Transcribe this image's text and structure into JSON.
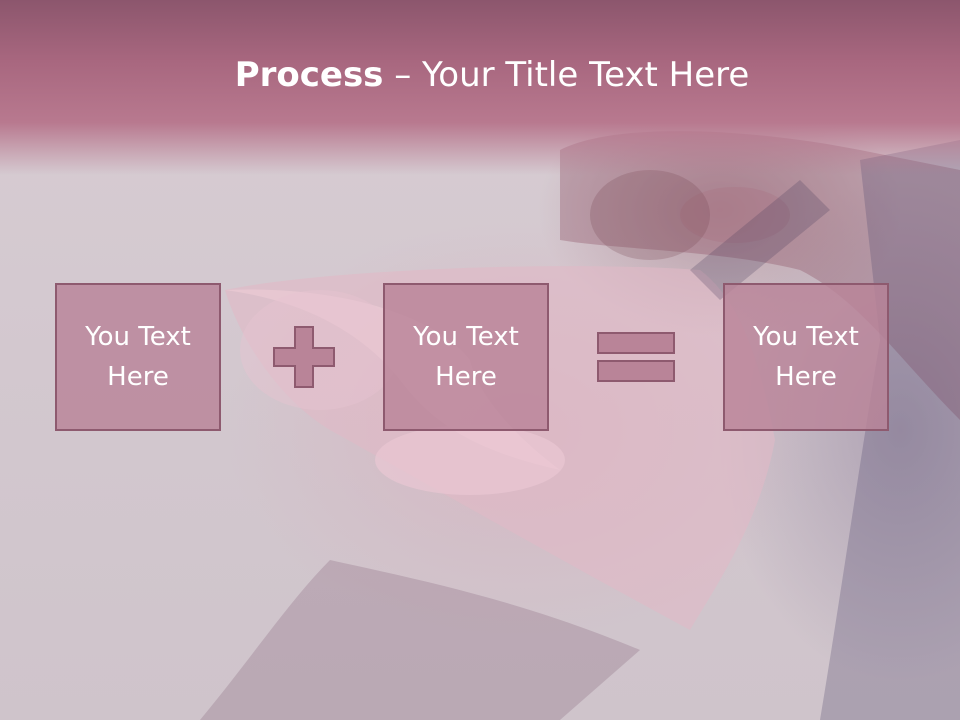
{
  "slide": {
    "title_bold": "Process",
    "title_rest": " – Your Title Text Here",
    "boxes": [
      {
        "label": "You Text\nHere"
      },
      {
        "label": "You Text\nHere"
      },
      {
        "label": "You Text\nHere"
      }
    ],
    "operators": [
      "plus-icon",
      "equals-icon"
    ],
    "colors": {
      "header": "#a8677f",
      "box_fill": "#b98498",
      "box_border": "#8e5a6f",
      "text": "#ffffff"
    }
  }
}
